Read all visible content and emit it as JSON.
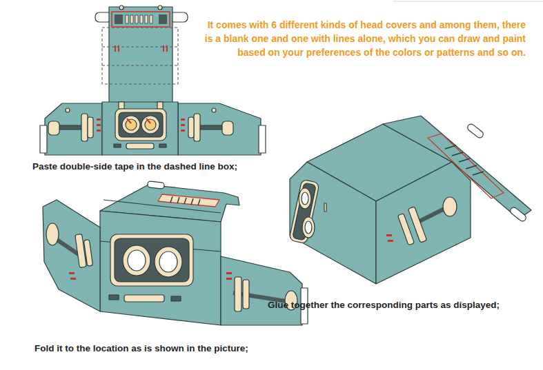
{
  "diagram": {
    "labels": [
      "It comes with 6 different kinds of head covers and among them, there is a blank one and one with lines alone, which you can draw and paint based on your preferences of the colors or patterns and so on.",
      "Paste double-side tape in the dashed line box;",
      "Fold it to the location as is shown in the picture;",
      "Glue together the corresponding parts as displayed;"
    ]
  }
}
